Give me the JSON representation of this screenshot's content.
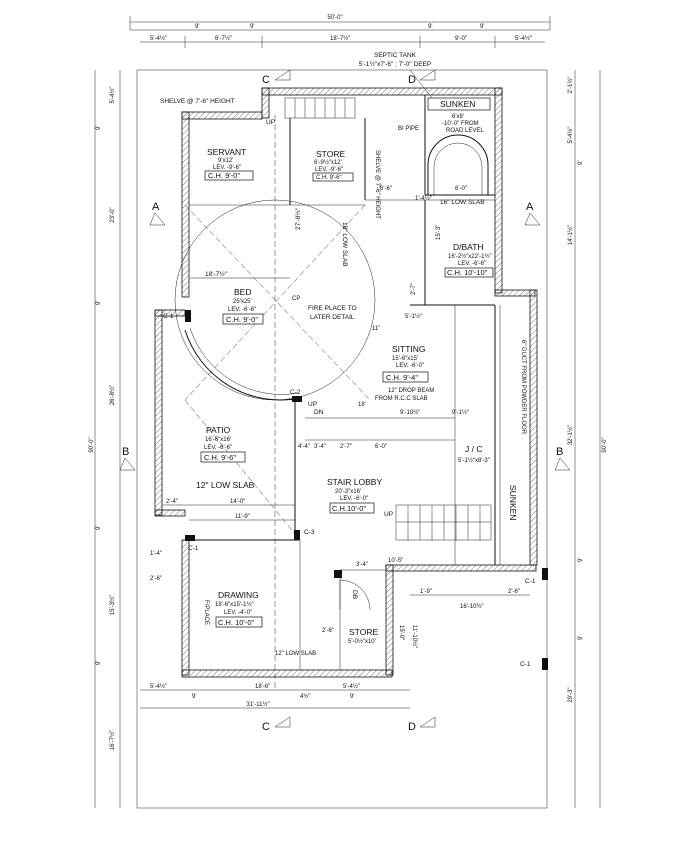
{
  "dims": {
    "overall_top": "50'-0\"",
    "top_segments": [
      "9'",
      "9'",
      "9'",
      "9'"
    ],
    "top_row2": [
      "5'-4½\"",
      "6'-7½\"",
      "18'-7½\"",
      "9'-0\"",
      "5'-4½\""
    ],
    "bottom_segments": [
      "5'-4½\"",
      "18'-6\"",
      "5'-4½\""
    ],
    "bottom_overall": "31'-11½\"",
    "bottom_small": [
      "9'",
      "9'",
      "4½\""
    ],
    "left_outer": "90'-0\"",
    "left_segments": [
      "5'-4½\"",
      "23'-0\"",
      "26'-8½\"",
      "15'-3½\"",
      "16'-7½\""
    ],
    "left_small": [
      "9'",
      "9'",
      "9'",
      "9'",
      "9'"
    ],
    "right_outer": "90'-0\"",
    "right_segments": [
      "2'-1½\"",
      "5'-4½\"",
      "14'-1½\"",
      "32'-1½\"",
      "29'-3\""
    ],
    "right_small": [
      "9'",
      "9'",
      "9'"
    ]
  },
  "notes": {
    "septic_tank": "SEPTIC TANK",
    "septic_size": "5'-1½\"x7'-6\" ; 7'-0\" DEEP",
    "shelve": "SHELVE @ 7'-6\" HEIGHT",
    "shelve_v": "SHELVE @ 7'-6\" HEIGHT",
    "fireplace": "FIRE PLACE TO",
    "fireplace2": "LATER DETAIL",
    "low_slab_18": "18\" LOW SLAB",
    "low_slab_16": "16\" LOW SLAB",
    "low_slab_12": "12\" LOW SLAB",
    "low_slab_12b": "12\" LOW SLAB",
    "drop_beam": "12\" DROP BEAM",
    "drop_beam2": "FROM R.C.C SLAB",
    "duct": "6\" DUCT FROM POWDER FLOOR",
    "fplace": "F/PLACE",
    "cp": "CP",
    "db": "DB",
    "up": "UP",
    "dn": "DN",
    "bi_pipe": "BI PIPE"
  },
  "rooms": {
    "servant": {
      "name": "SERVANT",
      "size": "9'x12'",
      "lev": "LEV. -9'-6\"",
      "ch": "C.H. 9'-0\""
    },
    "store_top": {
      "name": "STORE",
      "size": "6'-9½\"x12'",
      "lev": "LEV. -9'-6\"",
      "ch": "C.H. 9'-6\""
    },
    "sunken": {
      "name": "SUNKEN",
      "size": "6'x8'",
      "lev": "-10'-0\" FROM",
      "lev2": "ROAD LEVEL"
    },
    "dbath": {
      "name": "D/BATH",
      "size": "16'-2½\"x22'-1½\"",
      "lev": "LEV. -6'-6\"",
      "ch": "C.H. 10'-10\""
    },
    "bed": {
      "name": "BED",
      "size": "25'x25'",
      "lev": "LEV. -6'-6\"",
      "ch": "C.H. 9'-0\""
    },
    "sitting": {
      "name": "SITTING",
      "size": "15'-6\"x15'",
      "lev": "LEV. -6'-0\"",
      "ch": "C.H. 9'-4\""
    },
    "patio": {
      "name": "PATIO",
      "size": "16'-6\"x16'",
      "lev": "LEV. -6'-6\"",
      "ch": "C.H. 9'-6\""
    },
    "jc": {
      "name": "J / C",
      "size": "5'-1½\"x8'-3\""
    },
    "stair_lobby": {
      "name": "STAIR LOBBY",
      "size": "20'-3\"x16'",
      "lev": "LEV. -6'-0\"",
      "ch": "C.H.10'-0\""
    },
    "sunken2": {
      "name": "SUNKEN"
    },
    "drawing": {
      "name": "DRAWING",
      "size": "18'-6\"x15'-1½\"",
      "lev": "LEV. -4'-0\"",
      "ch": "C.H. 10'-0\""
    },
    "store_bottom": {
      "name": "STORE",
      "size": "5'-0½\"x10'"
    }
  },
  "sections": {
    "c": "C",
    "d": "D",
    "a": "A",
    "b": "B"
  },
  "columns": {
    "c1": "C-1",
    "c2": "C-2",
    "c3": "C-3"
  },
  "inner_dims": {
    "d1": "18'-7½\"",
    "d2": "27'-8½\"",
    "d3": "6'-6\"",
    "d4": "6'-0\"",
    "d5": "1'-4½\"",
    "d6": "15'-3\"",
    "d7": "2'-7\"",
    "d8": "5'-1½\"",
    "d9": "11\"",
    "d10": "3'-4\"",
    "d11": "2'-7\"",
    "d12": "6'-0\"",
    "d13": "14'-0\"",
    "d14": "11'-9\"",
    "d15": "9'-10½\"",
    "d16": "9'-1½\"",
    "d17": "18'",
    "d18": "1'-9\"",
    "d19": "16'-10½\"",
    "d20": "2'-6\"",
    "d21": "11'-10½\"",
    "d22": "15'-0\"",
    "d23": "4'-4\"",
    "d24": "3'-4\"",
    "d25": "2'-6\"",
    "d26": "10'-5\"",
    "d27": "1'-4\"",
    "d28": "2'-4\"",
    "d29": "2'-6\""
  }
}
